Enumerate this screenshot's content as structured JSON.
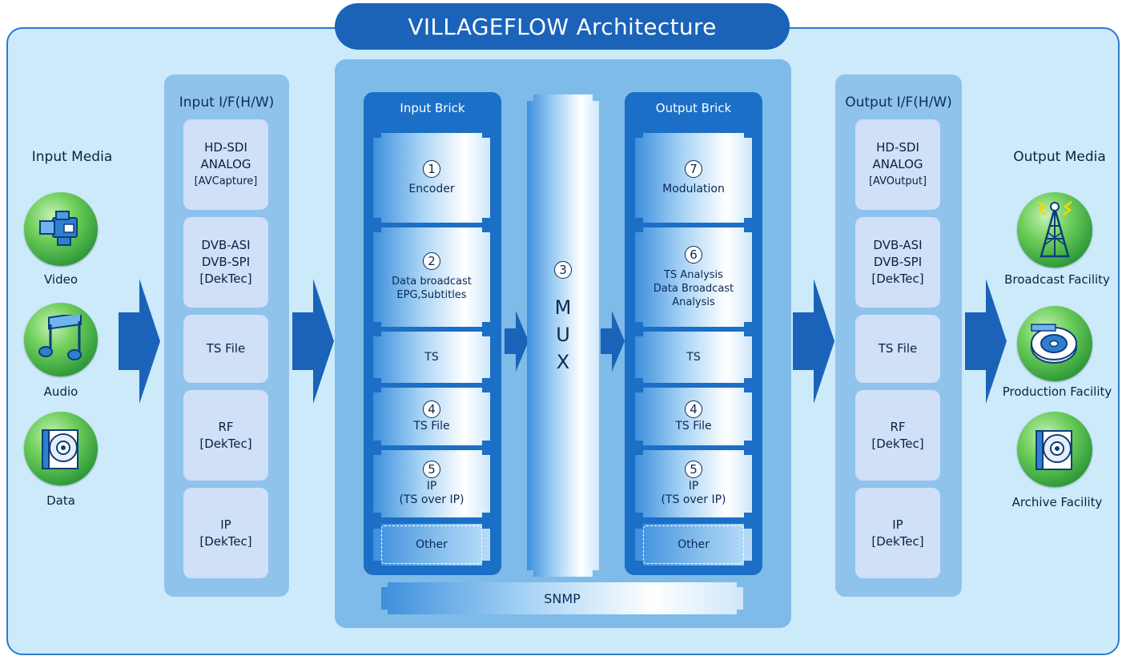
{
  "title": "VILLAGEFLOW Architecture",
  "input_media": {
    "title": "Input Media",
    "items": [
      {
        "label": "Video",
        "icon": "video-camera-icon"
      },
      {
        "label": "Audio",
        "icon": "music-note-icon"
      },
      {
        "label": "Data",
        "icon": "disc-icon"
      }
    ]
  },
  "input_if": {
    "title": "Input I/F(H/W)",
    "boxes": [
      [
        "HD-SDI",
        "ANALOG",
        "[AVCapture]"
      ],
      [
        "DVB-ASI",
        "DVB-SPI",
        "[DekTec]"
      ],
      [
        "TS File"
      ],
      [
        "RF",
        "[DekTec]"
      ],
      [
        "IP",
        "[DekTec]"
      ]
    ]
  },
  "input_brick": {
    "title": "Input  Brick",
    "items": [
      {
        "num": "1",
        "lines": [
          "Encoder"
        ]
      },
      {
        "num": "2",
        "lines": [
          "Data broadcast",
          "EPG,Subtitles"
        ]
      },
      {
        "num": "",
        "lines": [
          "TS"
        ]
      },
      {
        "num": "4",
        "lines": [
          "TS File"
        ]
      },
      {
        "num": "5",
        "lines": [
          "IP",
          "(TS over IP)"
        ]
      },
      {
        "num": "",
        "lines": [
          "Other"
        ]
      }
    ]
  },
  "mux": {
    "num": "3",
    "letters": [
      "M",
      "U",
      "X"
    ]
  },
  "output_brick": {
    "title": "Output  Brick",
    "items": [
      {
        "num": "7",
        "lines": [
          "Modulation"
        ]
      },
      {
        "num": "6",
        "lines": [
          "TS Analysis",
          "Data Broadcast",
          "Analysis"
        ]
      },
      {
        "num": "",
        "lines": [
          "TS"
        ]
      },
      {
        "num": "4",
        "lines": [
          "TS File"
        ]
      },
      {
        "num": "5",
        "lines": [
          "IP",
          "(TS over IP)"
        ]
      },
      {
        "num": "",
        "lines": [
          "Other"
        ]
      }
    ]
  },
  "snmp": "SNMP",
  "output_if": {
    "title": "Output I/F(H/W)",
    "boxes": [
      [
        "HD-SDI",
        "ANALOG",
        "[AVOutput]"
      ],
      [
        "DVB-ASI",
        "DVB-SPI",
        "[DekTec]"
      ],
      [
        "TS File"
      ],
      [
        "RF",
        "[DekTec]"
      ],
      [
        "IP",
        "[DekTec]"
      ]
    ]
  },
  "output_media": {
    "title": "Output Media",
    "items": [
      {
        "label": "Broadcast Facility",
        "icon": "broadcast-tower-icon"
      },
      {
        "label": "Production Facility",
        "icon": "film-reel-icon"
      },
      {
        "label": "Archive Facility",
        "icon": "disc-icon"
      }
    ]
  },
  "colors": {
    "frame_border": "#2a7ad0",
    "frame_fill": "#cdeafb",
    "title_pill": "#1a63b8",
    "brick": "#1b6fc6",
    "arrow": "#1a63b8",
    "media_circle": "#4caf50"
  }
}
